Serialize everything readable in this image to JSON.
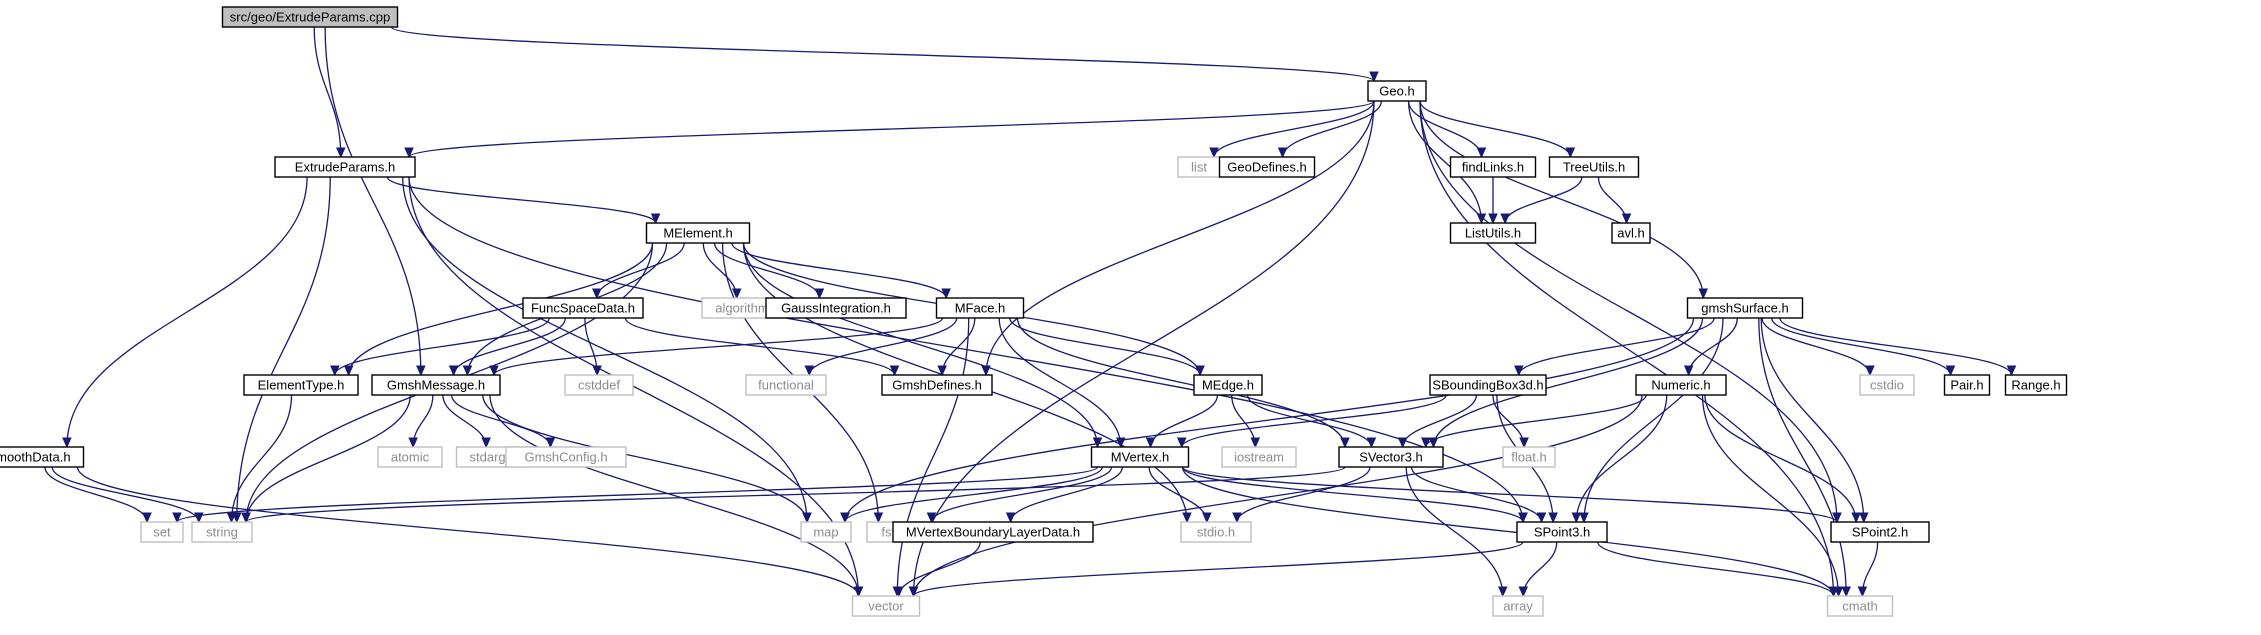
{
  "colors": {
    "edge": "#191970",
    "project_border": "#000000",
    "project_text": "#000000",
    "system_border": "#bfbfbf",
    "system_text": "#8c8c8c",
    "root_fill": "#bfbfbf"
  },
  "nodes": [
    {
      "id": "root",
      "label": "src/geo/ExtrudeParams.cpp",
      "kind": "root"
    },
    {
      "id": "geo",
      "label": "Geo.h",
      "kind": "project"
    },
    {
      "id": "extrude",
      "label": "ExtrudeParams.h",
      "kind": "project"
    },
    {
      "id": "list",
      "label": "list",
      "kind": "system"
    },
    {
      "id": "geodefines",
      "label": "GeoDefines.h",
      "kind": "project"
    },
    {
      "id": "findlinks",
      "label": "findLinks.h",
      "kind": "project"
    },
    {
      "id": "treeutils",
      "label": "TreeUtils.h",
      "kind": "project"
    },
    {
      "id": "listutils",
      "label": "ListUtils.h",
      "kind": "project"
    },
    {
      "id": "avl",
      "label": "avl.h",
      "kind": "project"
    },
    {
      "id": "melement",
      "label": "MElement.h",
      "kind": "project"
    },
    {
      "id": "algorithm",
      "label": "algorithm",
      "kind": "system"
    },
    {
      "id": "gaussint",
      "label": "GaussIntegration.h",
      "kind": "project"
    },
    {
      "id": "funcspace",
      "label": "FuncSpaceData.h",
      "kind": "project"
    },
    {
      "id": "mface",
      "label": "MFace.h",
      "kind": "project"
    },
    {
      "id": "gmshsurface",
      "label": "gmshSurface.h",
      "kind": "project"
    },
    {
      "id": "elementtype",
      "label": "ElementType.h",
      "kind": "project"
    },
    {
      "id": "gmshmessage",
      "label": "GmshMessage.h",
      "kind": "project"
    },
    {
      "id": "cstddef",
      "label": "cstddef",
      "kind": "system"
    },
    {
      "id": "functional",
      "label": "functional",
      "kind": "system"
    },
    {
      "id": "gmshdefines",
      "label": "GmshDefines.h",
      "kind": "project"
    },
    {
      "id": "medge",
      "label": "MEdge.h",
      "kind": "project"
    },
    {
      "id": "sbbox",
      "label": "SBoundingBox3d.h",
      "kind": "project"
    },
    {
      "id": "numeric",
      "label": "Numeric.h",
      "kind": "project"
    },
    {
      "id": "cstdio",
      "label": "cstdio",
      "kind": "system"
    },
    {
      "id": "pair",
      "label": "Pair.h",
      "kind": "project"
    },
    {
      "id": "range",
      "label": "Range.h",
      "kind": "project"
    },
    {
      "id": "smoothdata",
      "label": "SmoothData.h",
      "kind": "project"
    },
    {
      "id": "atomic",
      "label": "atomic",
      "kind": "system"
    },
    {
      "id": "stdarg",
      "label": "stdarg.h",
      "kind": "system"
    },
    {
      "id": "gmshconfig",
      "label": "GmshConfig.h",
      "kind": "system"
    },
    {
      "id": "mvertex",
      "label": "MVertex.h",
      "kind": "project"
    },
    {
      "id": "iostream",
      "label": "iostream",
      "kind": "system"
    },
    {
      "id": "svector3",
      "label": "SVector3.h",
      "kind": "project"
    },
    {
      "id": "float",
      "label": "float.h",
      "kind": "system"
    },
    {
      "id": "set",
      "label": "set",
      "kind": "system"
    },
    {
      "id": "string",
      "label": "string",
      "kind": "system"
    },
    {
      "id": "map",
      "label": "map",
      "kind": "system"
    },
    {
      "id": "fstream",
      "label": "fstream",
      "kind": "system"
    },
    {
      "id": "mvblayer",
      "label": "MVertexBoundaryLayerData.h",
      "kind": "project"
    },
    {
      "id": "stdio",
      "label": "stdio.h",
      "kind": "system"
    },
    {
      "id": "spoint3",
      "label": "SPoint3.h",
      "kind": "project"
    },
    {
      "id": "spoint2",
      "label": "SPoint2.h",
      "kind": "project"
    },
    {
      "id": "vector",
      "label": "vector",
      "kind": "system"
    },
    {
      "id": "array",
      "label": "array",
      "kind": "system"
    },
    {
      "id": "cmath",
      "label": "cmath",
      "kind": "system"
    }
  ],
  "edges": [
    [
      "root",
      "geo"
    ],
    [
      "root",
      "extrude"
    ],
    [
      "root",
      "gmshmessage"
    ],
    [
      "geo",
      "extrude"
    ],
    [
      "geo",
      "list"
    ],
    [
      "geo",
      "geodefines"
    ],
    [
      "geo",
      "findlinks"
    ],
    [
      "geo",
      "treeutils"
    ],
    [
      "geo",
      "listutils"
    ],
    [
      "geo",
      "gmshsurface"
    ],
    [
      "geo",
      "gmshdefines"
    ],
    [
      "geo",
      "vector"
    ],
    [
      "geo",
      "spoint2"
    ],
    [
      "geo",
      "cmath"
    ],
    [
      "findlinks",
      "listutils"
    ],
    [
      "treeutils",
      "listutils"
    ],
    [
      "treeutils",
      "avl"
    ],
    [
      "extrude",
      "melement"
    ],
    [
      "extrude",
      "smoothdata"
    ],
    [
      "extrude",
      "string"
    ],
    [
      "extrude",
      "vector"
    ],
    [
      "extrude",
      "map"
    ],
    [
      "extrude",
      "spoint3"
    ],
    [
      "melement",
      "algorithm"
    ],
    [
      "melement",
      "gaussint"
    ],
    [
      "melement",
      "funcspace"
    ],
    [
      "melement",
      "mface"
    ],
    [
      "melement",
      "elementtype"
    ],
    [
      "melement",
      "gmshmessage"
    ],
    [
      "melement",
      "string"
    ],
    [
      "melement",
      "medge"
    ],
    [
      "melement",
      "mvertex"
    ],
    [
      "melement",
      "fstream"
    ],
    [
      "melement",
      "stdio"
    ],
    [
      "funcspace",
      "elementtype"
    ],
    [
      "funcspace",
      "gmshmessage"
    ],
    [
      "funcspace",
      "cstddef"
    ],
    [
      "funcspace",
      "gmshdefines"
    ],
    [
      "mface",
      "gmshmessage"
    ],
    [
      "mface",
      "functional"
    ],
    [
      "mface",
      "gmshdefines"
    ],
    [
      "mface",
      "medge"
    ],
    [
      "mface",
      "mvertex"
    ],
    [
      "mface",
      "svector3"
    ],
    [
      "mface",
      "vector"
    ],
    [
      "elementtype",
      "string"
    ],
    [
      "gmshmessage",
      "atomic"
    ],
    [
      "gmshmessage",
      "stdarg"
    ],
    [
      "gmshmessage",
      "gmshconfig"
    ],
    [
      "gmshmessage",
      "string"
    ],
    [
      "gmshmessage",
      "map"
    ],
    [
      "gmshmessage",
      "vector"
    ],
    [
      "medge",
      "mvertex"
    ],
    [
      "medge",
      "iostream"
    ],
    [
      "medge",
      "svector3"
    ],
    [
      "gmshsurface",
      "map"
    ],
    [
      "gmshsurface",
      "svector3"
    ],
    [
      "gmshsurface",
      "sbbox"
    ],
    [
      "gmshsurface",
      "numeric"
    ],
    [
      "gmshsurface",
      "cstdio"
    ],
    [
      "gmshsurface",
      "pair"
    ],
    [
      "gmshsurface",
      "range"
    ],
    [
      "gmshsurface",
      "spoint2"
    ],
    [
      "gmshsurface",
      "spoint3"
    ],
    [
      "gmshsurface",
      "cmath"
    ],
    [
      "sbbox",
      "mvertex"
    ],
    [
      "sbbox",
      "svector3"
    ],
    [
      "sbbox",
      "float"
    ],
    [
      "sbbox",
      "spoint3"
    ],
    [
      "numeric",
      "svector3"
    ],
    [
      "numeric",
      "spoint3"
    ],
    [
      "numeric",
      "spoint2"
    ],
    [
      "numeric",
      "vector"
    ],
    [
      "numeric",
      "cmath"
    ],
    [
      "smoothdata",
      "set"
    ],
    [
      "smoothdata",
      "string"
    ],
    [
      "smoothdata",
      "vector"
    ],
    [
      "mvertex",
      "set"
    ],
    [
      "mvertex",
      "map"
    ],
    [
      "mvertex",
      "fstream"
    ],
    [
      "mvertex",
      "mvblayer"
    ],
    [
      "mvertex",
      "stdio"
    ],
    [
      "mvertex",
      "spoint3"
    ],
    [
      "mvertex",
      "spoint2"
    ],
    [
      "mvertex",
      "cmath"
    ],
    [
      "svector3",
      "string"
    ],
    [
      "svector3",
      "stdio"
    ],
    [
      "svector3",
      "spoint3"
    ],
    [
      "svector3",
      "array"
    ],
    [
      "mvblayer",
      "vector"
    ],
    [
      "spoint3",
      "vector"
    ],
    [
      "spoint3",
      "array"
    ],
    [
      "spoint3",
      "cmath"
    ],
    [
      "spoint2",
      "cmath"
    ]
  ]
}
